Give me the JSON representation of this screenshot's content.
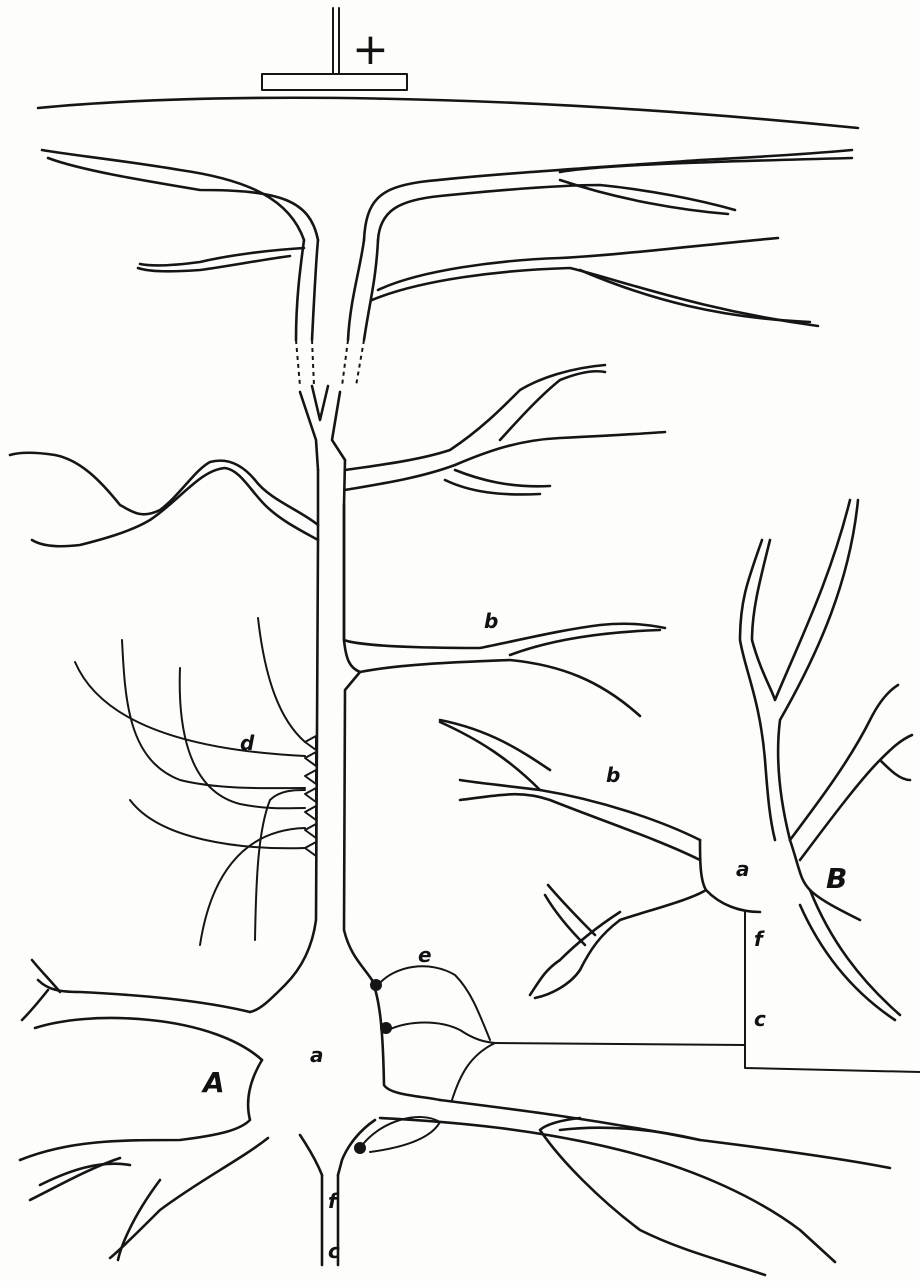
{
  "electrode": {
    "sign": "+"
  },
  "labels": {
    "cell_A": "A",
    "cell_B": "B",
    "soma_A": "a",
    "soma_B": "a",
    "dendrite_A": "b",
    "dendrite_B": "b",
    "afferents": "d",
    "collateral": "e",
    "axon_A_f": "f",
    "axon_A_c": "c",
    "axon_B_f": "f",
    "axon_B_c": "c"
  },
  "colors": {
    "ink": "#151515",
    "paper": "#fdfdfb"
  }
}
